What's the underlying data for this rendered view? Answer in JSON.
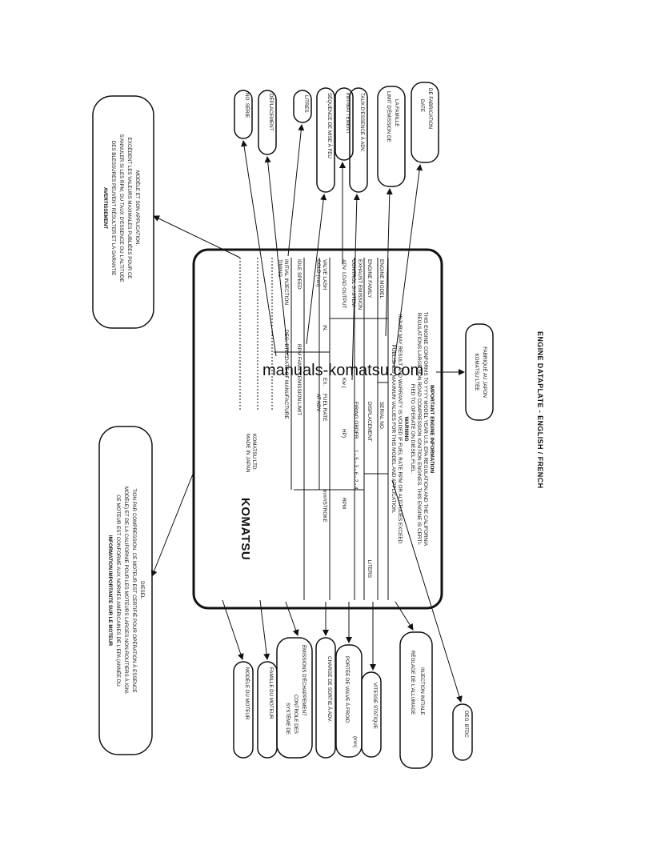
{
  "caption": "ENGINE DATAPLATE - ENGLISH / FRENCH",
  "watermark": "manuals-komatsu.com",
  "plate": {
    "intro_title": "IMPORTANT ENGINE INFORMATION",
    "intro_lines": [
      "THIS ENGINE CONFORMS TO YYYY MODEL YEAR U.S. EPA REGULATION AND THE CALIFORNIA",
      "REGULATIONS LARGE NON ROAD COMPRESSION IGNITION ENGINES. THIS ENGINE IS CERTI-",
      "FIED TO OPERATE ON DIESEL FUEL."
    ],
    "warning_title": "WARNING",
    "warning_lines": [
      "INJURY MAY RESULT AND WARRANTY IS VOIDED IF FUEL RATE RPM OR ALTITUDES EXCEED",
      "PUBLISHED MAXIMUM VALUES FOR THIS MODEL AND APPLICATION."
    ],
    "rows": {
      "engine_model": "ENGINE MODEL",
      "serial_no": "SERIAL NO.",
      "engine_family": "ENGINE FAMILY",
      "displacement": "DISPLACEMENT",
      "liters": "LITERS",
      "exhaust_1": "EXHAUST EMISSION",
      "exhaust_2": "CONTROL SYSTEM",
      "firing_order": "FIRING ORDER",
      "firing_value": "1 - 5 - 3 - 6 - 2 - 4",
      "adv_load": "ADV. LOAD OUTPUT",
      "kw": "Kw (",
      "hp": "HP)",
      "rpm_adv": "RPM",
      "valve_1": "VALVE LASH",
      "valve_2": "COLD (mm)",
      "in": "IN.",
      "ex": "EX.",
      "fuel_1": "FUEL RATE",
      "fuel_2": "AT ADV.",
      "stroke": "mm³/STROKE",
      "idle": "IDLE SPEED",
      "rpm_idle": "RPM",
      "family_limit": "FAMILY EMISSION LIMIT",
      "inj_1": "INITIAL INJECTION",
      "inj_2": "TIMING",
      "btdc": "DEG. BTDC",
      "date": "DATE OF MANUFACTURE",
      "komatsu_1": "KOMATSU LTD.",
      "komatsu_2": "MADE IN JAPAN",
      "logo": "KOMATSU"
    }
  },
  "french_boxes": {
    "information": {
      "title": "INFORMATION IMPORTANTE SUR LE MOTEUR",
      "lines": [
        "CE MOTEUR EST CONFORME AUX NORMES AMÉRICAINES DE L'EPA (ANNÉE DU",
        "MODÈLE) ET DE LA CALIFORNIE POUR LES MOTEURS LARGES NON-ROUTIERS À IGNI-",
        "TION PAR COMPRESSION. CE MOTEUR EST CERTIFIÉ POUR OPÉRATION À ESSENCE",
        "DIESEL."
      ]
    },
    "avertissement": {
      "title": "AVERTISSEMENT",
      "lines": [
        "DES BLESSURES PEUVENT RÉSULTER ET LA GARANTIE",
        "S'ANNULER SI LES RPM, DU TAUX D'ESSENCE OU L'ALTITUDE",
        "EXCÈDENT LES VALEURS MAXIMALES PUBLIÉES POUR CE",
        "MODÈLE ET SON APPLICATION."
      ]
    },
    "no_serie": "NO. SÉRIE",
    "deplacement": "DÉPLACEMENT",
    "litres": "LITRES",
    "sequence": "SÉQUENCE DE MISE À FEU",
    "mm3": "mm³/BATTEMENT",
    "taux": "TAUX D'ESSENCE À ADV.",
    "limite_1": "LIMIT D'ÉMISSION DE",
    "limite_2": "LA FAMILLE",
    "date_1": "DATE",
    "date_2": "DE FABRICATION",
    "komatsu_ltee_1": "KOMATSU LTÉE",
    "komatsu_ltee_2": "FABRIQUÉ AU JAPON",
    "modele": "MODÈLE DU MOTEUR",
    "famille": "FAMILLE DU MOTEUR",
    "systeme_1": "SYSTÈME DE",
    "systeme_2": "CONTROLE DES",
    "systeme_3": "ÉMISSIONS D'ÉCHAPPEMENT",
    "charge": "CHARGE DE SORTIE À ADV.",
    "portee_1": "PORTÉE DE VALVE À FROID",
    "portee_2": "(mm)",
    "vitesse": "VITESSE STATIQUE",
    "reglage_1": "RÉGLAGE DE L'ALLUMAGE",
    "reglage_2": "INJECTION INITIALE",
    "deg": "DEG. BTDC"
  }
}
